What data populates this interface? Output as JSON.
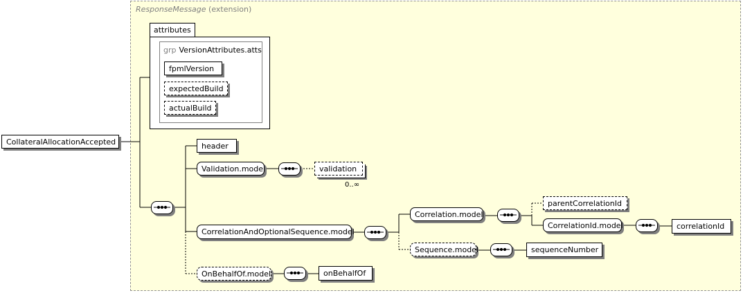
{
  "extension": {
    "base": "ResponseMessage",
    "suffix": "(extension)"
  },
  "root": {
    "label": "CollateralAllocationAccepted"
  },
  "attributes": {
    "tab_label": "attributes",
    "group": {
      "keyword": "grp",
      "name": "VersionAttributes.atts"
    },
    "items": [
      "fpmlVersion",
      "expectedBuild",
      "actualBuild"
    ]
  },
  "elements": {
    "header": "header",
    "validation_model": "Validation.model",
    "validation": "validation",
    "validation_occurs": "0..∞",
    "correlation_and_sequence_model": "CorrelationAndOptionalSequence.model",
    "correlation_model": "Correlation.model",
    "parent_correlation_id": "parentCorrelationId",
    "correlation_id_model": "CorrelationId.model",
    "correlation_id": "correlationId",
    "sequence_model": "Sequence.model",
    "sequence_number": "sequenceNumber",
    "on_behalf_of_model": "OnBehalfOf.model",
    "on_behalf_of": "onBehalfOf"
  },
  "colors": {
    "extension_fill": "#ffffdd",
    "shadow": "#7f7f7f",
    "muted_text": "#7f7f7f"
  }
}
